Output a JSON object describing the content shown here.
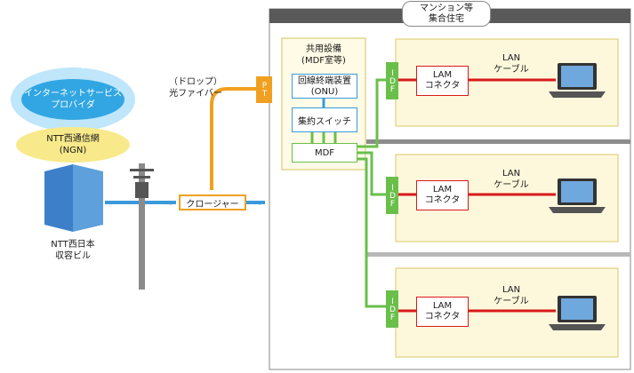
{
  "internet": {
    "label": "インターネット",
    "provider": [
      "インターネットサービス",
      "プロバイダ"
    ]
  },
  "ngn": {
    "lines": [
      "NTT西通信網",
      "(NGN)"
    ]
  },
  "building": {
    "lines": [
      "NTT西日本",
      "収容ビル"
    ]
  },
  "drop_fiber": {
    "lines": [
      "（ドロップ）",
      "光ファイバー"
    ]
  },
  "closure": {
    "label": "クロージャー"
  },
  "pt": {
    "label": "PT"
  },
  "mansion": {
    "lines": [
      "マンション等",
      "集合住宅"
    ]
  },
  "shared": {
    "title": [
      "共用設備",
      "(MDF室等)"
    ],
    "onu": [
      "回線終端装置",
      "(ONU)"
    ],
    "switch": "集約スイッチ",
    "mdf": "MDF"
  },
  "units": [
    {
      "idf": "IDF",
      "connector": [
        "LAM",
        "コネクタ"
      ],
      "cable": [
        "LAN",
        "ケーブル"
      ]
    },
    {
      "idf": "IDF",
      "connector": [
        "LAM",
        "コネクタ"
      ],
      "cable": [
        "LAN",
        "ケーブル"
      ]
    },
    {
      "idf": "IDF",
      "connector": [
        "LAM",
        "コネクタ"
      ],
      "cable": [
        "LAN",
        "ケーブル"
      ]
    }
  ],
  "colors": {
    "fiber_blue": "#3a9ad9",
    "drop_orange": "#f0a020",
    "lan_red": "#d81a1a",
    "green": "#6abf4b",
    "unit_bg": "#fdf8dc",
    "unit_border": "#d9c96a"
  }
}
